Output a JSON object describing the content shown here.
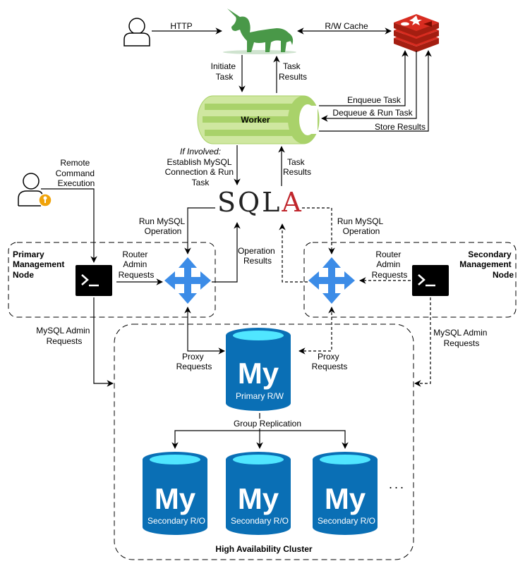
{
  "nodes": {
    "gunicorn_icon": "unicorn-icon",
    "redis_icon": "redis-icon",
    "worker": "Worker",
    "sqla_prefix": "SQL",
    "sqla_suffix": "A",
    "primary_node": [
      "Primary",
      "Management",
      "Node"
    ],
    "secondary_node": [
      "Secondary",
      "Management",
      "Node"
    ],
    "primary_db": {
      "logo": "My",
      "label": "Primary R/W"
    },
    "secondary_dbs": [
      {
        "logo": "My",
        "label": "Secondary R/O"
      },
      {
        "logo": "My",
        "label": "Secondary R/O"
      },
      {
        "logo": "My",
        "label": "Secondary R/O"
      }
    ],
    "ellipsis": "...",
    "cluster": "High Availability Cluster"
  },
  "edges": {
    "http": "HTTP",
    "rw_cache": "R/W Cache",
    "initiate_task": [
      "Initiate",
      "Task"
    ],
    "task_results_top": [
      "Task",
      "Results"
    ],
    "enqueue_task": "Enqueue Task",
    "dequeue_run": "Dequeue & Run Task",
    "store_results": "Store Results",
    "if_involved": "If Involved:",
    "establish": [
      "Establish MySQL",
      "Connection & Run",
      "Task"
    ],
    "task_results_mid": [
      "Task",
      "Results"
    ],
    "remote_command": [
      "Remote",
      "Command",
      "Execution"
    ],
    "run_mysql_left": [
      "Run MySQL",
      "Operation"
    ],
    "run_mysql_right": [
      "Run MySQL",
      "Operation"
    ],
    "operation_results": [
      "Operation",
      "Results"
    ],
    "router_admin_left": [
      "Router",
      "Admin",
      "Requests"
    ],
    "router_admin_right": [
      "Router",
      "Admin",
      "Requests"
    ],
    "mysql_admin_left": [
      "MySQL Admin",
      "Requests"
    ],
    "mysql_admin_right": [
      "MySQL Admin",
      "Requests"
    ],
    "proxy_left": [
      "Proxy",
      "Requests"
    ],
    "proxy_right": [
      "Proxy",
      "Requests"
    ],
    "group_replication": "Group Replication"
  },
  "colors": {
    "unicorn": "#499848",
    "redis": "#d82c20",
    "worker_light": "#cfe7a0",
    "worker_stripe": "#a9d26a",
    "mysql_blue": "#0a6fb5",
    "mysql_top": "#50e6ff",
    "router_blue": "#3c8ce7",
    "sqla_red": "#c0262c"
  }
}
